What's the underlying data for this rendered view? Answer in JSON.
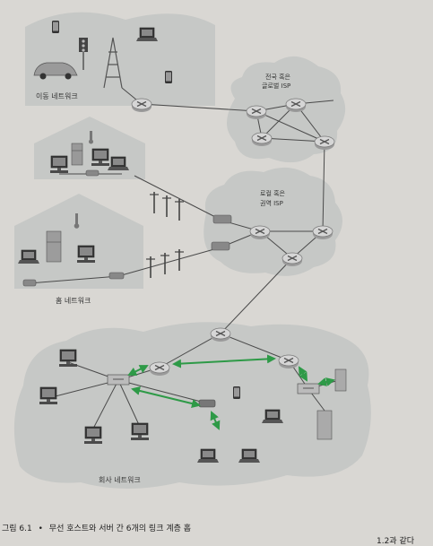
{
  "labels": {
    "mobile_network": "이동 네트워크",
    "global_isp": "전국 혹은\n글로벌 ISP",
    "local_isp": "로컬 혹은\n권역 ISP",
    "home_network": "홈 네트워크",
    "enterprise_network": "회사 네트워크"
  },
  "caption": {
    "figure_number": "그림 6.1",
    "bullet": "•",
    "text": "무선 호스트와 서버 간 6개의 링크 계층 홉"
  },
  "footer_fragment": "1.2과 같다",
  "colors": {
    "page_background": "#d9d7d3",
    "cloud": "#c6c8c6",
    "link_line": "#4a4a4a",
    "highlight_arrow": "#2e9a47",
    "router_fill": "#d0d0d0"
  },
  "icons": [
    "router-icon",
    "switch-icon",
    "desktop-computer-icon",
    "laptop-icon",
    "server-icon",
    "smartphone-icon",
    "car-icon",
    "traffic-light-icon",
    "cell-tower-icon",
    "refrigerator-icon",
    "thermometer-icon",
    "telephone-pole-icon",
    "wireless-access-point-icon",
    "cable-modem-icon"
  ]
}
